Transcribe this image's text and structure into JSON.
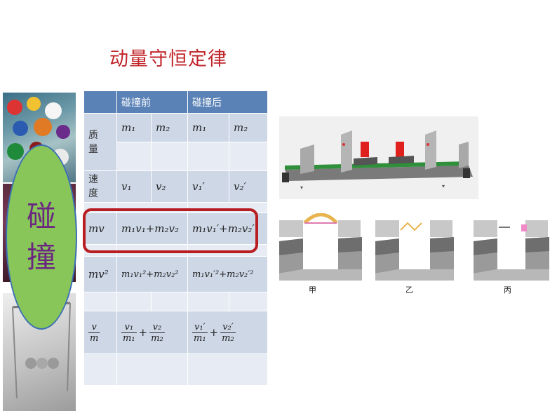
{
  "title": "动量守恒定律",
  "oval": {
    "line1": "碰",
    "line2": "撞"
  },
  "table": {
    "header": [
      "碰撞前",
      "碰撞后"
    ],
    "rows": {
      "mass": {
        "label1": "质",
        "label2": "量",
        "c1": "m₁",
        "c2": "m₂",
        "c3": "m₁",
        "c4": "m₂"
      },
      "velocity": {
        "label1": "速",
        "label2": "度",
        "c1": "v₁",
        "c2": "v₂",
        "c3": "v₁′",
        "c4": "v₂′"
      },
      "mv": {
        "label": "mv",
        "before": "m₁v₁+m₂v₂",
        "after": "m₁v₁′+m₂v₂′"
      },
      "mv2": {
        "label": "mv²",
        "before": "m₁v₁²+m₂v₂²",
        "after": "m₁v₁′²+m₂v₂′²"
      },
      "vm": {
        "label_num": "v",
        "label_den": "m",
        "b_n1": "v₁",
        "b_d1": "m₁",
        "b_n2": "v₂",
        "b_d2": "m₂",
        "a_n1": "v₁′",
        "a_d1": "m₁",
        "a_n2": "v₂′",
        "a_d2": "m₂",
        "plus": "+"
      }
    }
  },
  "captions": [
    "甲",
    "乙",
    "丙"
  ],
  "colors": {
    "title": "#c0252a",
    "header": "#5a82b6",
    "highlight": "#b81d22",
    "oval": "#88c65a",
    "oval_text": "#6b2780"
  }
}
